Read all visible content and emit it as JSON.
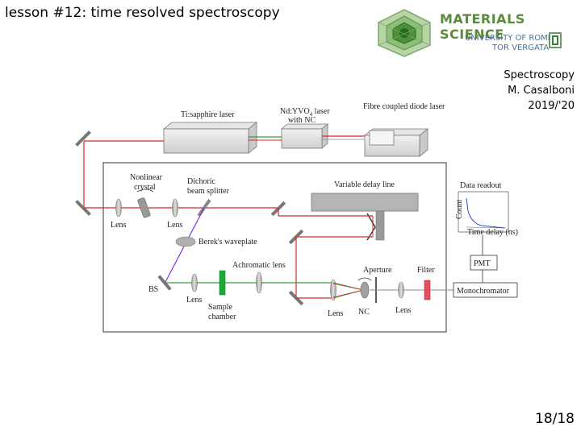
{
  "slide": {
    "title": "lesson #12: time resolved spectroscopy",
    "brand": "MATERIALS SCIENCE",
    "university_line1": "UNIVERSITY OF ROME",
    "university_line2": "TOR VERGATA",
    "course": "Spectroscopy",
    "author": "M. Casalboni",
    "year": "2019/'20",
    "page": "18/18"
  },
  "diagram": {
    "ti_sapphire": "Ti:sapphire laser",
    "nd_laser_1": "Nd:YVO",
    "nd_laser_sub": "4",
    "nd_laser_2": " laser",
    "nd_laser_3": "with NC",
    "fibre_laser": "Fibre coupled diode laser",
    "nonlinear_1": "Nonlinear",
    "nonlinear_2": "crystal",
    "dichoric_1": "Dichoric",
    "dichoric_2": "beam splitter",
    "variable_delay": "Variable delay line",
    "lens": "Lens",
    "bereks": "Berek's waveplate",
    "achromatic": "Achromatic lens",
    "bs": "BS",
    "sample_1": "Sample",
    "sample_2": "chamber",
    "aperture": "Aperture",
    "filter": "Filter",
    "nc": "NC",
    "monochromator": "Monochromator",
    "pmt": "PMT",
    "data_readout": "Data readout",
    "count": "Count",
    "time_delay": "Time delay (ns)"
  },
  "colors": {
    "beam_red": "#d62828",
    "beam_green": "#3a9a3a",
    "beam_purple": "#8a2be2",
    "brand_green": "#5a8a3c",
    "university_blue": "#4a6fa5"
  }
}
